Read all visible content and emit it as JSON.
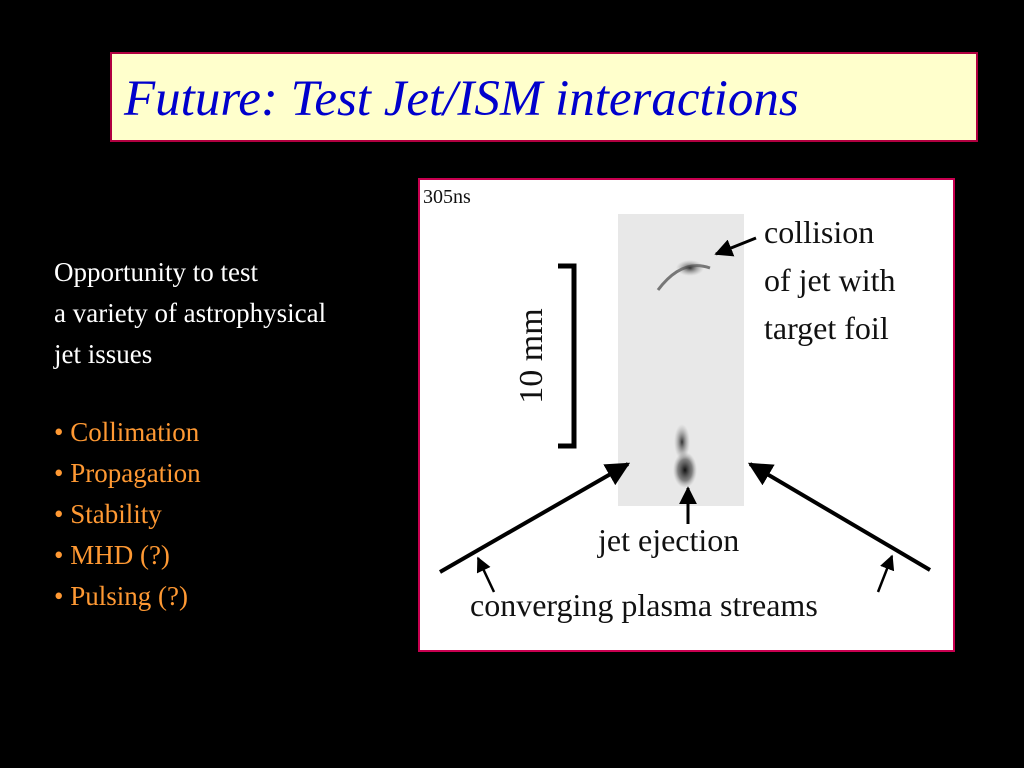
{
  "slide": {
    "title": "Future: Test Jet/ISM interactions",
    "intro_lines": [
      "Opportunity to test",
      "a variety of astrophysical",
      "jet issues"
    ],
    "bullets": [
      "• Collimation",
      "• Propagation",
      "• Stability",
      "• MHD (?)",
      "• Pulsing (?)"
    ]
  },
  "figure": {
    "time_label": "305ns",
    "scale_label": "10 mm",
    "collision_label": [
      "collision",
      "of jet with",
      "target foil"
    ],
    "ejection_label": "jet ejection",
    "streams_label": "converging plasma streams"
  },
  "colors": {
    "background": "#000000",
    "title_box_fill": "#ffffcc",
    "title_box_border": "#b00040",
    "title_text": "#0000cc",
    "intro_text": "#ffffff",
    "bullet_text": "#ff9933"
  }
}
